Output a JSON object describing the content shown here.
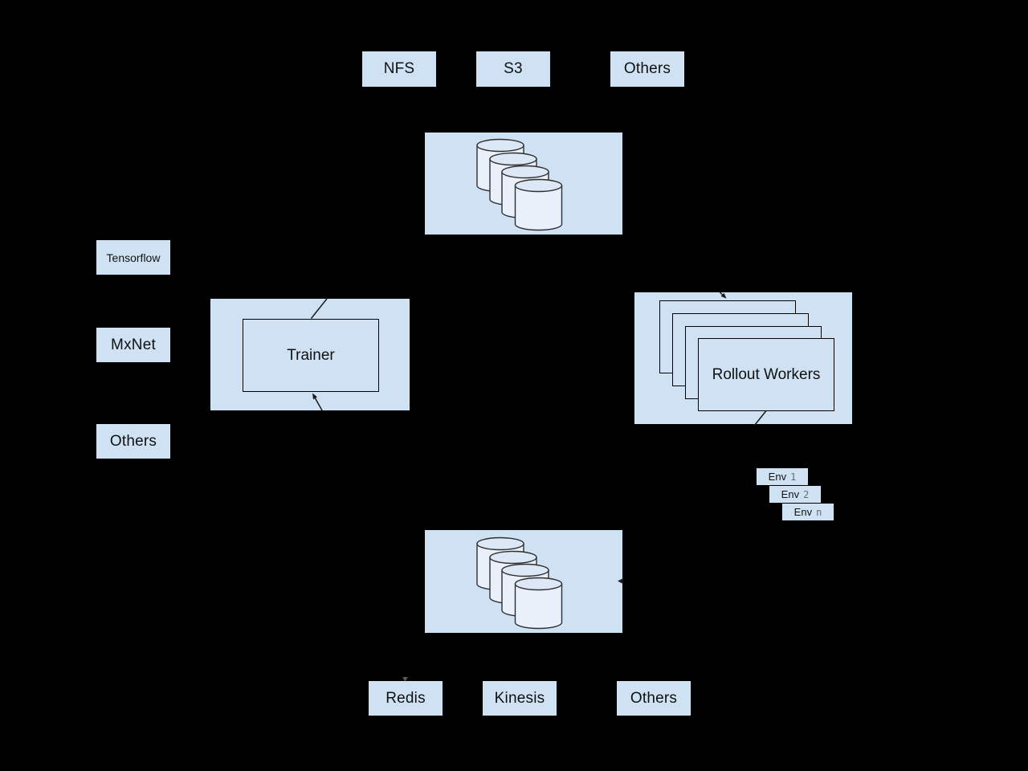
{
  "colors": {
    "background": "#000000",
    "box_fill": "#cfe2f3",
    "cylinder_body": "#eaf0f9",
    "cylinder_top": "#dce8f5",
    "outline": "#000000",
    "env_index_color": "#6b6b6b"
  },
  "storage_backends_top": {
    "items": [
      {
        "label": "NFS"
      },
      {
        "label": "S3"
      },
      {
        "label": "Others"
      }
    ]
  },
  "top_datastore": {
    "icon": "database-cluster-icon",
    "cylinder_count": 4
  },
  "frameworks": {
    "items": [
      {
        "label": "Tensorflow"
      },
      {
        "label": "MxNet"
      },
      {
        "label": "Others"
      }
    ]
  },
  "trainer": {
    "label": "Trainer"
  },
  "rollout_workers": {
    "label": "Rollout Workers",
    "stack_count": 4
  },
  "environments": {
    "items": [
      {
        "label": "Env",
        "index": "1"
      },
      {
        "label": "Env",
        "index": "2"
      },
      {
        "label": "Env",
        "index": "n"
      }
    ]
  },
  "bottom_datastore": {
    "icon": "database-cluster-icon",
    "cylinder_count": 4
  },
  "memory_backends_bottom": {
    "items": [
      {
        "label": "Redis"
      },
      {
        "label": "Kinesis"
      },
      {
        "label": "Others"
      }
    ]
  }
}
